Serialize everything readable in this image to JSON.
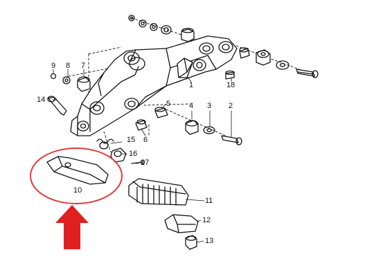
{
  "diagram": {
    "part_numbers": [
      "1",
      "2",
      "3",
      "4",
      "5",
      "6",
      "7",
      "8",
      "9",
      "10",
      "11",
      "12",
      "13",
      "14",
      "15",
      "16",
      "17",
      "18"
    ],
    "highlight": {
      "circled_part": "10",
      "circle_color": "#e23b3b",
      "arrow_color": "#e02020"
    }
  }
}
